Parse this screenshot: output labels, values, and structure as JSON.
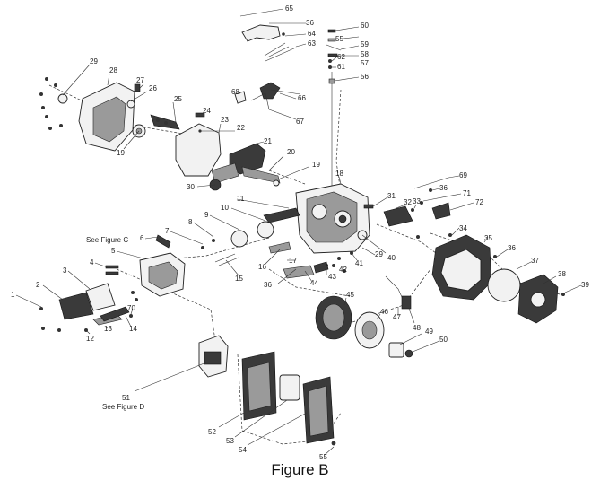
{
  "figure": {
    "caption": "Figure B"
  },
  "callouts": {
    "see_figure_c": "See Figure C",
    "see_figure_d": "See Figure D"
  },
  "part_numbers": [
    "1",
    "2",
    "3",
    "4",
    "5",
    "6",
    "7",
    "8",
    "9",
    "10",
    "11",
    "12",
    "13",
    "14",
    "15",
    "16",
    "17",
    "18",
    "19",
    "20",
    "21",
    "22",
    "23",
    "24",
    "25",
    "26",
    "27",
    "28",
    "29",
    "30",
    "31",
    "32",
    "33",
    "34",
    "35",
    "36",
    "37",
    "38",
    "39",
    "40",
    "41",
    "42",
    "43",
    "44",
    "45",
    "46",
    "47",
    "48",
    "49",
    "50",
    "51",
    "52",
    "53",
    "54",
    "55",
    "56",
    "57",
    "58",
    "59",
    "60",
    "61",
    "62",
    "63",
    "64",
    "65",
    "66",
    "67",
    "68",
    "69",
    "70",
    "71",
    "72"
  ]
}
